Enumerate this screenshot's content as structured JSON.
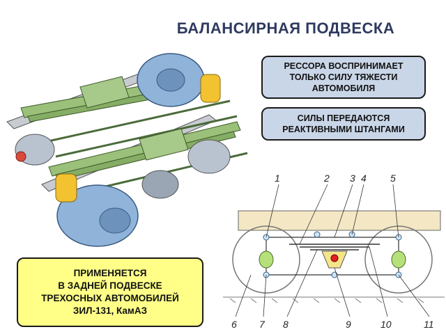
{
  "title": "БАЛАНСИРНАЯ ПОДВЕСКА",
  "callouts": {
    "spring_load": "РЕССОРА ВОСПРИНИМАЕТ\nТОЛЬКО СИЛУ ТЯЖЕСТИ\nАВТОМОБИЛЯ",
    "reaction_rods": "СИЛЫ ПЕРЕДАЮТСЯ\nРЕАКТИВНЫМИ ШТАНГАМИ",
    "application": "ПРИМЕНЯЕТСЯ\nВ ЗАДНЕЙ ПОДВЕСКЕ\nТРЕХОСНЫХ АВТОМОБИЛЕЙ\nЗИЛ-131, КамАЗ"
  },
  "schematic_labels": {
    "top": [
      "1",
      "2",
      "3",
      "4",
      "5"
    ],
    "bottom": [
      "6",
      "7",
      "8",
      "9",
      "10",
      "11"
    ]
  },
  "colors": {
    "title": "#2f3a5f",
    "callout_blue": "#c9d6e8",
    "callout_yellow": "#ffff88",
    "frame": "#f3e7c4",
    "wheel_hub": "#8fb3d9",
    "leaf_spring": "#9bc07a",
    "axle_yellow": "#f2c230"
  }
}
